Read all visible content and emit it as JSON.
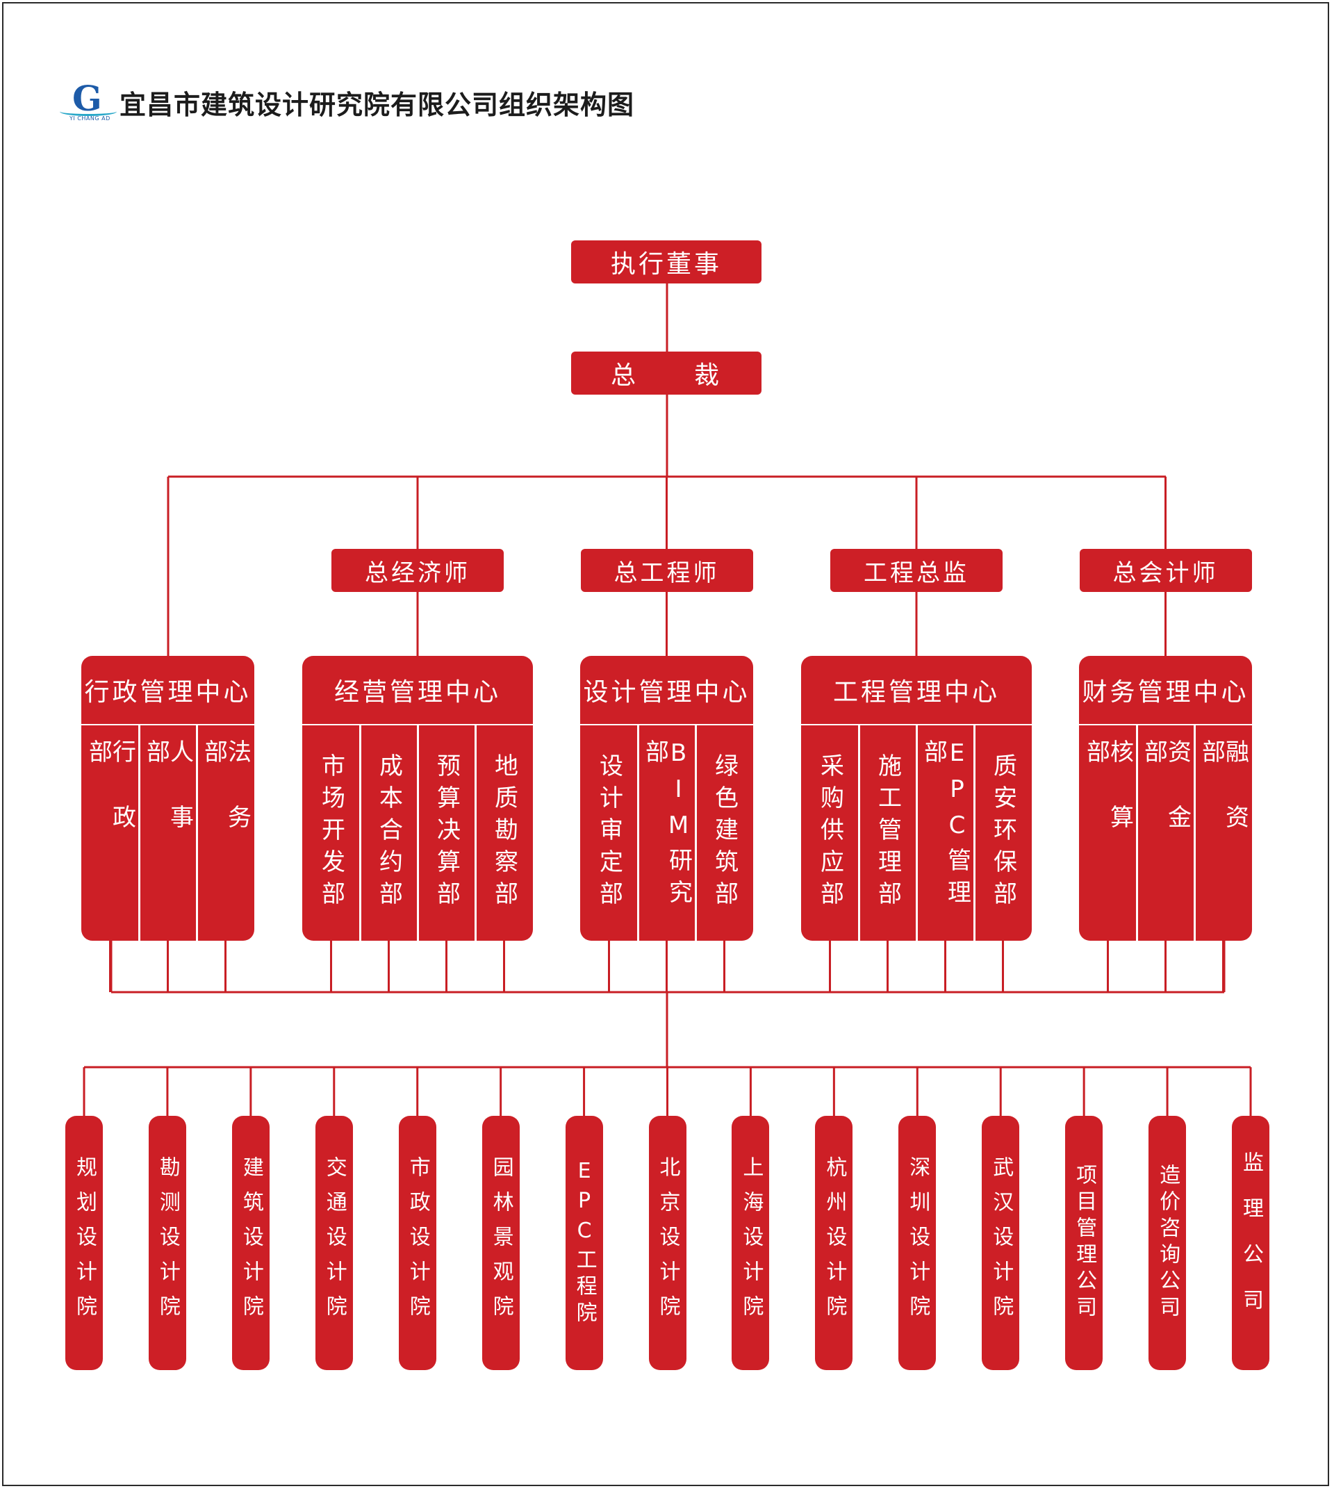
{
  "header": {
    "title": "宜昌市建筑设计研究院有限公司组织架构图",
    "logo_letter": "G",
    "logo_subtext": "YI CHANG AD"
  },
  "colors": {
    "primary": "#cd1f26",
    "line": "#c81e24",
    "logo_blue": "#1d5ba8"
  },
  "executive": "执行董事",
  "president": "总　　裁",
  "officers": [
    "总经济师",
    "总工程师",
    "工程总监",
    "总会计师"
  ],
  "centers": [
    {
      "name": "行政管理中心",
      "departments": [
        "行政部",
        "人事部",
        "法务部"
      ]
    },
    {
      "name": "经营管理中心",
      "departments": [
        "市场开发部",
        "成本合约部",
        "预算决算部",
        "地质勘察部"
      ]
    },
    {
      "name": "设计管理中心",
      "departments": [
        "设计审定部",
        "BIM研究部",
        "绿色建筑部"
      ]
    },
    {
      "name": "工程管理中心",
      "departments": [
        "采购供应部",
        "施工管理部",
        "EPC管理部",
        "质安环保部"
      ]
    },
    {
      "name": "财务管理中心",
      "departments": [
        "核算部",
        "资金部",
        "融资部"
      ]
    }
  ],
  "institutes": [
    "规划设计院",
    "勘测设计院",
    "建筑设计院",
    "交通设计院",
    "市政设计院",
    "园林景观院",
    "EPC工程院",
    "北京设计院",
    "上海设计院",
    "杭州设计院",
    "深圳设计院",
    "武汉设计院",
    "项目管理公司",
    "造价咨询公司",
    "监理公司"
  ]
}
